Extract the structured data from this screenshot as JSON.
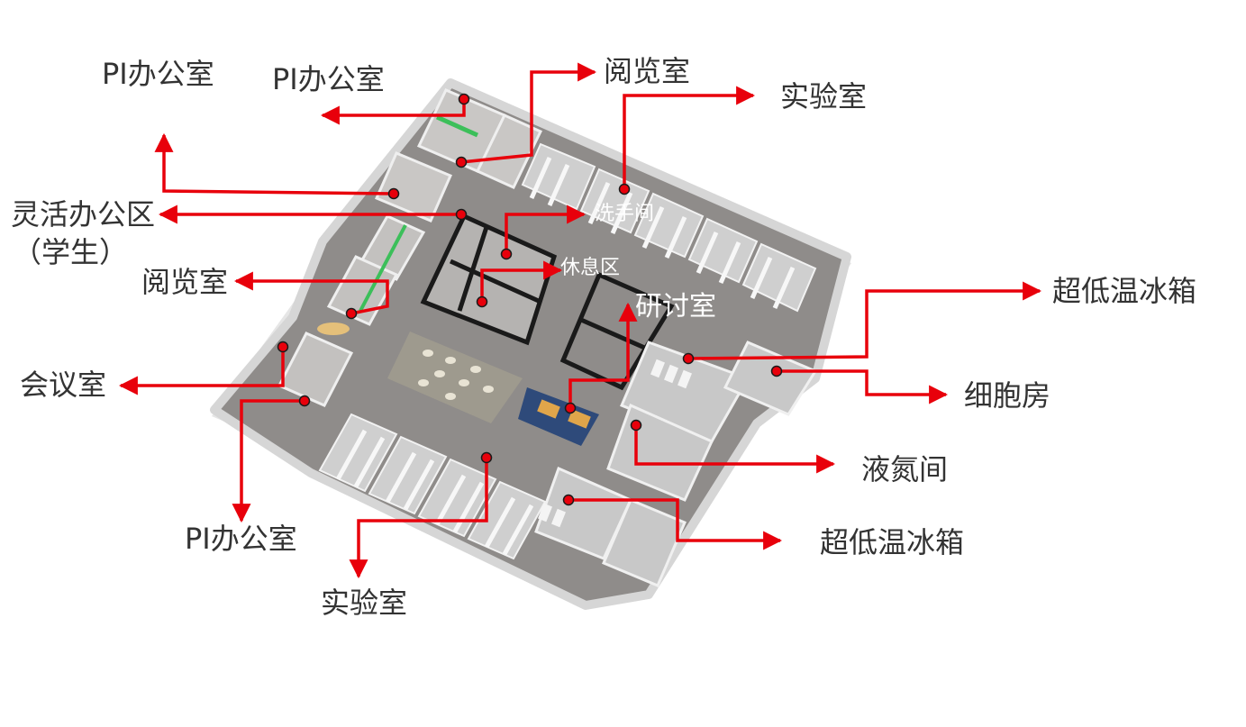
{
  "labels": {
    "pi_office_1": "PI办公室",
    "pi_office_2": "PI办公室",
    "reading_room_top": "阅览室",
    "lab_top": "实验室",
    "flex_office_line1": "灵活办公区",
    "flex_office_line2": "（学生）",
    "washroom": "洗手间",
    "rest_area": "休息区",
    "reading_room_left": "阅览室",
    "seminar_room": "研讨室",
    "ultra_freezer_right": "超低温冰箱",
    "meeting_room": "会议室",
    "cell_room": "细胞房",
    "liquid_nitrogen": "液氮间",
    "pi_office_bottom": "PI办公室",
    "lab_bottom": "实验室",
    "ultra_freezer_bottom": "超低温冰箱"
  },
  "colors": {
    "callout": "#e8000b",
    "label_text": "#333333",
    "on_plan_text": "#ffffff",
    "floor": "#8a8785",
    "wall": "#d9d9d9",
    "partition": "#1a1a1a",
    "glass": "#3cbf5a"
  }
}
